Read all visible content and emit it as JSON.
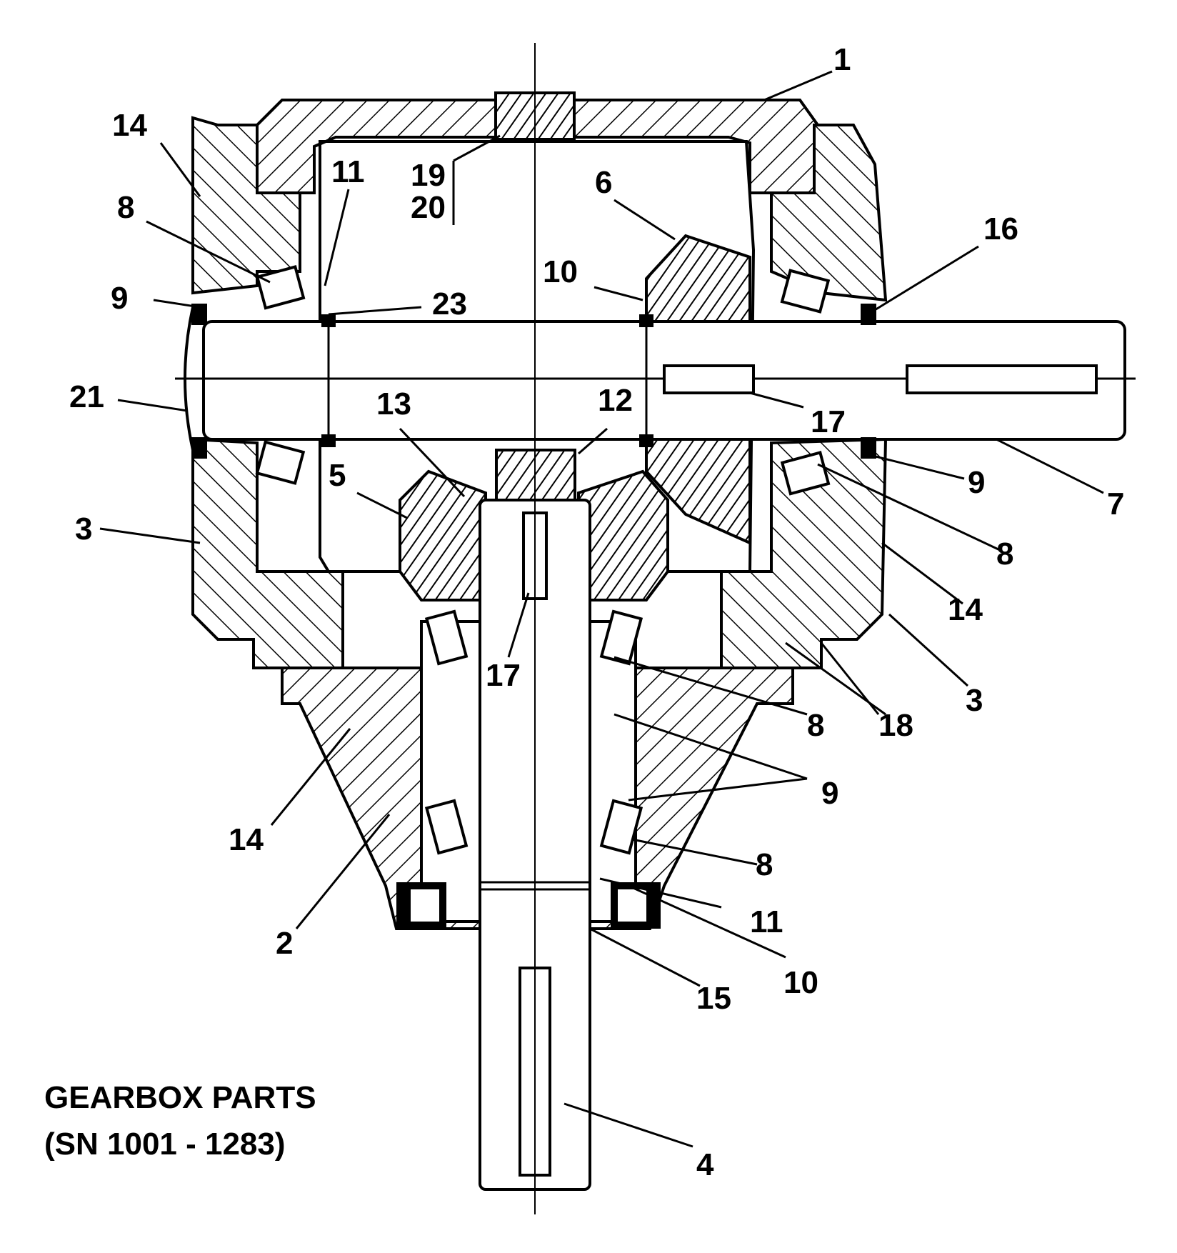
{
  "diagram": {
    "caption_line1": "GEARBOX PARTS",
    "caption_line2": "(SN 1001 - 1283)",
    "callouts": [
      {
        "id": "c1",
        "text": "1"
      },
      {
        "id": "c14a",
        "text": "14"
      },
      {
        "id": "c11a",
        "text": "11"
      },
      {
        "id": "c19",
        "text": "19"
      },
      {
        "id": "c20",
        "text": "20"
      },
      {
        "id": "c6",
        "text": "6"
      },
      {
        "id": "c8a",
        "text": "8"
      },
      {
        "id": "c16",
        "text": "16"
      },
      {
        "id": "c10a",
        "text": "10"
      },
      {
        "id": "c9a",
        "text": "9"
      },
      {
        "id": "c23",
        "text": "23"
      },
      {
        "id": "c21",
        "text": "21"
      },
      {
        "id": "c13",
        "text": "13"
      },
      {
        "id": "c12",
        "text": "12"
      },
      {
        "id": "c17a",
        "text": "17"
      },
      {
        "id": "c5",
        "text": "5"
      },
      {
        "id": "c9b",
        "text": "9"
      },
      {
        "id": "c7",
        "text": "7"
      },
      {
        "id": "c3a",
        "text": "3"
      },
      {
        "id": "c8b",
        "text": "8"
      },
      {
        "id": "c14b",
        "text": "14"
      },
      {
        "id": "c17b",
        "text": "17"
      },
      {
        "id": "c8c",
        "text": "8"
      },
      {
        "id": "c18",
        "text": "18"
      },
      {
        "id": "c3b",
        "text": "3"
      },
      {
        "id": "c9c",
        "text": "9"
      },
      {
        "id": "c14c",
        "text": "14"
      },
      {
        "id": "c8d",
        "text": "8"
      },
      {
        "id": "c11b",
        "text": "11"
      },
      {
        "id": "c2",
        "text": "2"
      },
      {
        "id": "c10b",
        "text": "10"
      },
      {
        "id": "c15",
        "text": "15"
      },
      {
        "id": "c4",
        "text": "4"
      }
    ]
  }
}
